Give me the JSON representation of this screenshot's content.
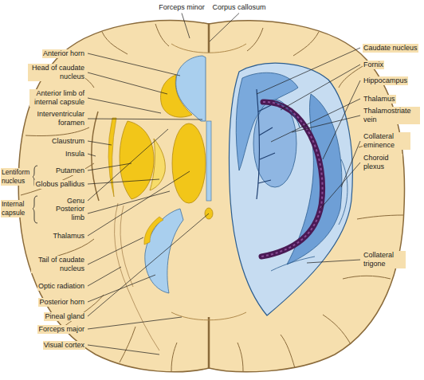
{
  "diagram": {
    "labels": [
      "Forceps minor",
      "Corpus callosum",
      "Anterior horn",
      "Head of caudate nucleus",
      "Anterior limb of internal capsule",
      "Interventricular foramen",
      "Claustrum",
      "Insula",
      "Lentiform nucleus",
      "Putamen",
      "Globus pallidus",
      "Internal capsule",
      "Genu",
      "Posterior limb",
      "Thalamus",
      "Tail of caudate nucleus",
      "Optic radiation",
      "Posterior horn",
      "Pineal gland",
      "Forceps major",
      "Visual cortex",
      "Caudate nucleus",
      "Fornix",
      "Hippocampus",
      "Thalamus",
      "Thalamostriate vein",
      "Collateral eminence",
      "Choroid plexus",
      "Collateral trigone"
    ]
  }
}
